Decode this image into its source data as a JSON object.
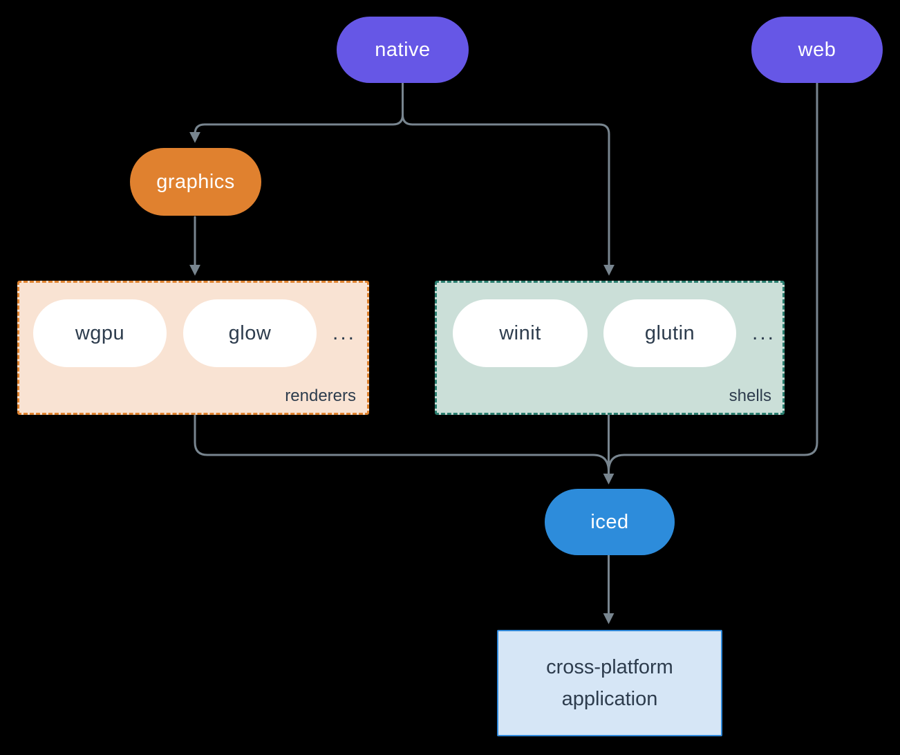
{
  "colors": {
    "background": "#000000",
    "connector": "#78858f",
    "node_purple": "#6657e6",
    "node_orange": "#e0812f",
    "node_blue": "#2d8cdb",
    "pill_white": "#ffffff",
    "dark_text": "#2d3c4d",
    "renderers_bg": "#f9e3d3",
    "renderers_border": "#e0832f",
    "shells_bg": "#cbdfd8",
    "shells_border": "#2a7e6f",
    "app_bg": "#d6e6f6",
    "app_border": "#2f88d9"
  },
  "nodes": {
    "native": {
      "label": "native"
    },
    "web": {
      "label": "web"
    },
    "graphics": {
      "label": "graphics"
    },
    "iced": {
      "label": "iced"
    },
    "app": {
      "label": "cross-platform application"
    }
  },
  "groups": {
    "renderers": {
      "label": "renderers",
      "items": [
        "wgpu",
        "glow"
      ],
      "ellipsis": "..."
    },
    "shells": {
      "label": "shells",
      "items": [
        "winit",
        "glutin"
      ],
      "ellipsis": "..."
    }
  },
  "edges": [
    {
      "from": "native",
      "to": "graphics"
    },
    {
      "from": "native",
      "to": "shells"
    },
    {
      "from": "graphics",
      "to": "renderers"
    },
    {
      "from": "renderers",
      "to": "iced"
    },
    {
      "from": "shells",
      "to": "iced"
    },
    {
      "from": "web",
      "to": "iced"
    },
    {
      "from": "iced",
      "to": "app"
    }
  ]
}
